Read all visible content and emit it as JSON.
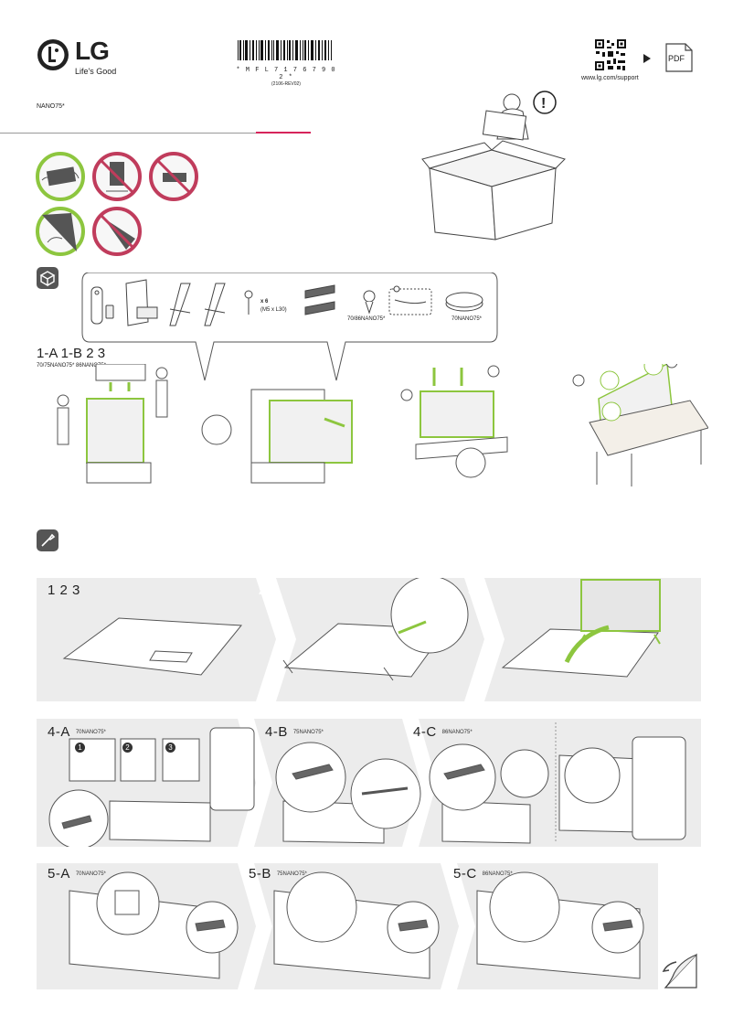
{
  "header": {
    "brand": "LG",
    "slogan": "Life's Good",
    "barcode_text": "* M F L 7 1 7 6 7 9 0 2 *",
    "barcode_sub": "(2106-REV02)",
    "support_url": "www.lg.com/support",
    "pdf_label": "PDF",
    "model": "NANO75*"
  },
  "colors": {
    "accent": "#d6245b",
    "green": "#8dc63f",
    "band": "#ececec"
  },
  "accessories": {
    "screw_qty": "x 6",
    "screw_spec": "(M5 x L30)",
    "label_70_86": "70/86NANO75*",
    "label_70": "70NANO75*"
  },
  "unpack": {
    "title": "1-A 1-B 2 3",
    "subtitle": "70/75NANO75* 86NANO75*"
  },
  "assembly": {
    "step1": "1 2 3",
    "step2": "2",
    "step3": "3",
    "s4a": "4-A",
    "s4a_model": "70NANO75*",
    "s4b": "4-B",
    "s4b_model": "75NANO75*",
    "s4c": "4-C",
    "s4c_model": "86NANO75*",
    "sub1": "1",
    "sub2": "2",
    "sub3": "3",
    "s5a": "5-A",
    "s5a_model": "70NANO75*",
    "s5b": "5-B",
    "s5b_model": "75NANO75*",
    "s5c": "5-C",
    "s5c_model": "86NANO75*"
  },
  "icons": [
    "lg-logo-icon",
    "qr-code-icon",
    "arrow-right-icon",
    "pdf-icon",
    "warning-icon",
    "box-icon",
    "screwdriver-icon",
    "page-turn-icon"
  ]
}
